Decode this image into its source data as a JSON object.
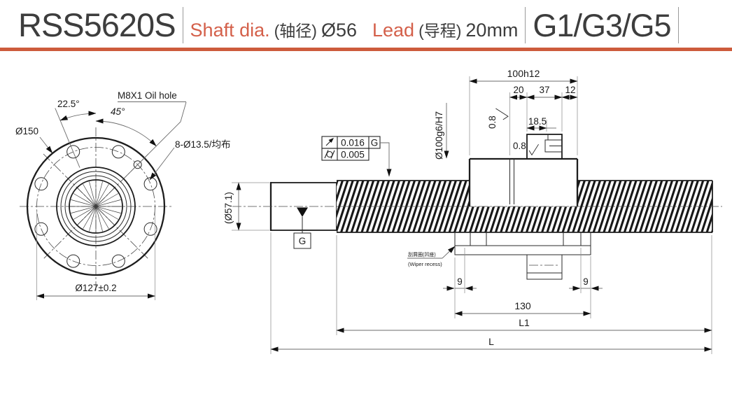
{
  "header": {
    "model": "RSS5620S",
    "shaft_dia_label": "Shaft dia.",
    "shaft_dia_cn": "(轴径)",
    "shaft_dia_value": "Ø56",
    "lead_label": "Lead",
    "lead_cn": "(导程)",
    "lead_value": "20mm",
    "accuracy_grades": "G1/G3/G5",
    "accent_color": "#d4604a",
    "rule_color": "#cd5b3c"
  },
  "flange_view": {
    "outer_dia": "Ø150",
    "angle_small": "22.5°",
    "angle_large": "45°",
    "oil_hole_note": "M8X1 Oil hole",
    "bolt_holes_note": "8-Ø13.5/均布",
    "bolt_circle_dia": "Ø127±0.2"
  },
  "side_view": {
    "dims": {
      "nut_length": "100h12",
      "d20": "20",
      "d37": "37",
      "d12": "12",
      "d18_5": "18.5",
      "nut_dia": "Ø100g6/H7",
      "root_dia": "(Ø57.1)",
      "roughness1": "0.8",
      "roughness2": "0.8",
      "wiper_left": "9",
      "wiper_right": "9",
      "body_len": "130",
      "l1": "L1",
      "l": "L"
    },
    "tolerance_frame": {
      "runout_icon": "circular-runout-icon",
      "runout_value": "0.016",
      "runout_datum": "G",
      "cylindricity_icon": "cylindricity-icon",
      "cylindricity_value": "0.005"
    },
    "datum_label": "G",
    "wiper_note_cn": "刮屑圈(凹座)",
    "wiper_note_en": "(Wiper recess)"
  }
}
